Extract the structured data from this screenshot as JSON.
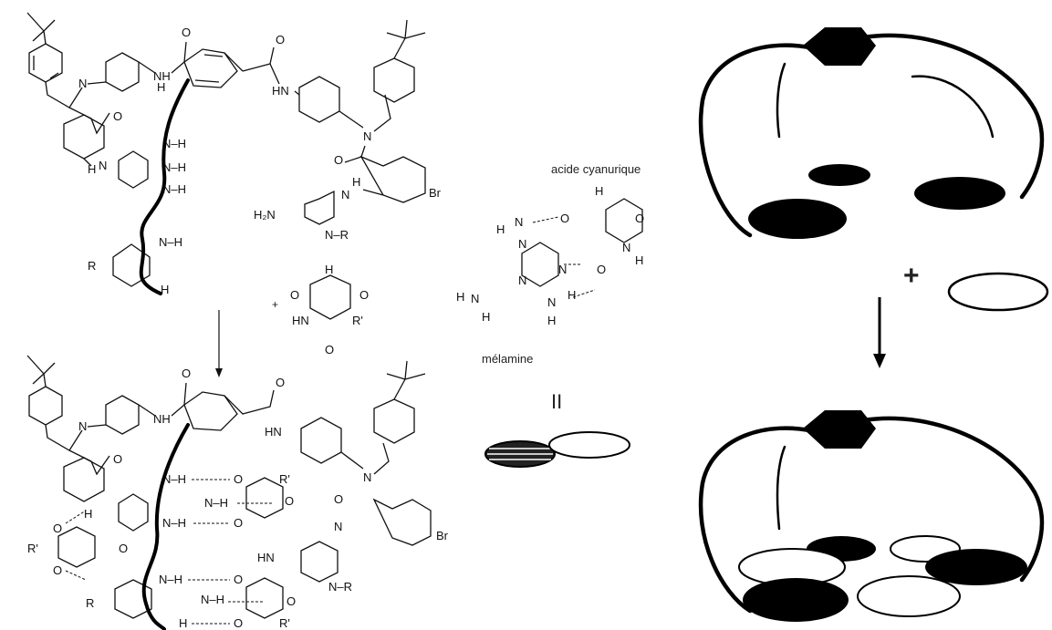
{
  "labels": {
    "cyanuric_acid": "acide cyanurique",
    "melamine": "mélamine",
    "equals": "II",
    "plus": "+",
    "plus_cartoon": "+"
  },
  "atoms": {
    "o": "O",
    "n": "N",
    "nh": "NH",
    "hn": "HN",
    "h": "H",
    "nh_h": "N–H",
    "br": "Br",
    "r": "R",
    "r1": "R'",
    "h2n": "H₂N",
    "nr": "N–R"
  },
  "colors": {
    "ink": "#111111",
    "disk_dark": "#000000",
    "disk_light": "#ffffff"
  }
}
